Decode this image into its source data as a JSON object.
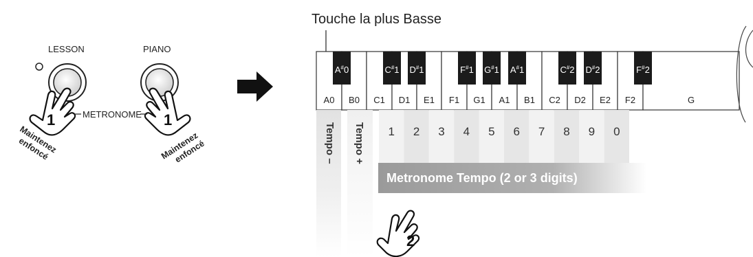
{
  "buttons": {
    "lesson_label": "LESSON",
    "piano_label": "PIANO",
    "metronome_label": "METRONOME",
    "step1_number": "1",
    "hold_text": {
      "line1": "Maintenez",
      "line2": "enfoncé"
    }
  },
  "keyboard": {
    "lowest_key_label": "Touche la plus Basse",
    "white_keys": [
      "A0",
      "B0",
      "C1",
      "D1",
      "E1",
      "F1",
      "G1",
      "A1",
      "B1",
      "C2",
      "D2",
      "E2",
      "F2",
      "G"
    ],
    "black_keys": [
      {
        "name": "A",
        "sup": "#",
        "oct": "0"
      },
      {
        "name": "C",
        "sup": "#",
        "oct": "1"
      },
      {
        "name": "D",
        "sup": "#",
        "oct": "1"
      },
      {
        "name": "F",
        "sup": "#",
        "oct": "1"
      },
      {
        "name": "G",
        "sup": "#",
        "oct": "1"
      },
      {
        "name": "A",
        "sup": "#",
        "oct": "1"
      },
      {
        "name": "C",
        "sup": "#",
        "oct": "2"
      },
      {
        "name": "D",
        "sup": "#",
        "oct": "2"
      },
      {
        "name": "F",
        "sup": "#",
        "oct": "2"
      }
    ]
  },
  "functions": {
    "tempo_minus": "Tempo –",
    "tempo_plus": "Tempo +",
    "digits": [
      "1",
      "2",
      "3",
      "4",
      "5",
      "6",
      "7",
      "8",
      "9",
      "0"
    ],
    "banner": "Metronome Tempo (2 or 3 digits)",
    "step2_number": "2"
  }
}
